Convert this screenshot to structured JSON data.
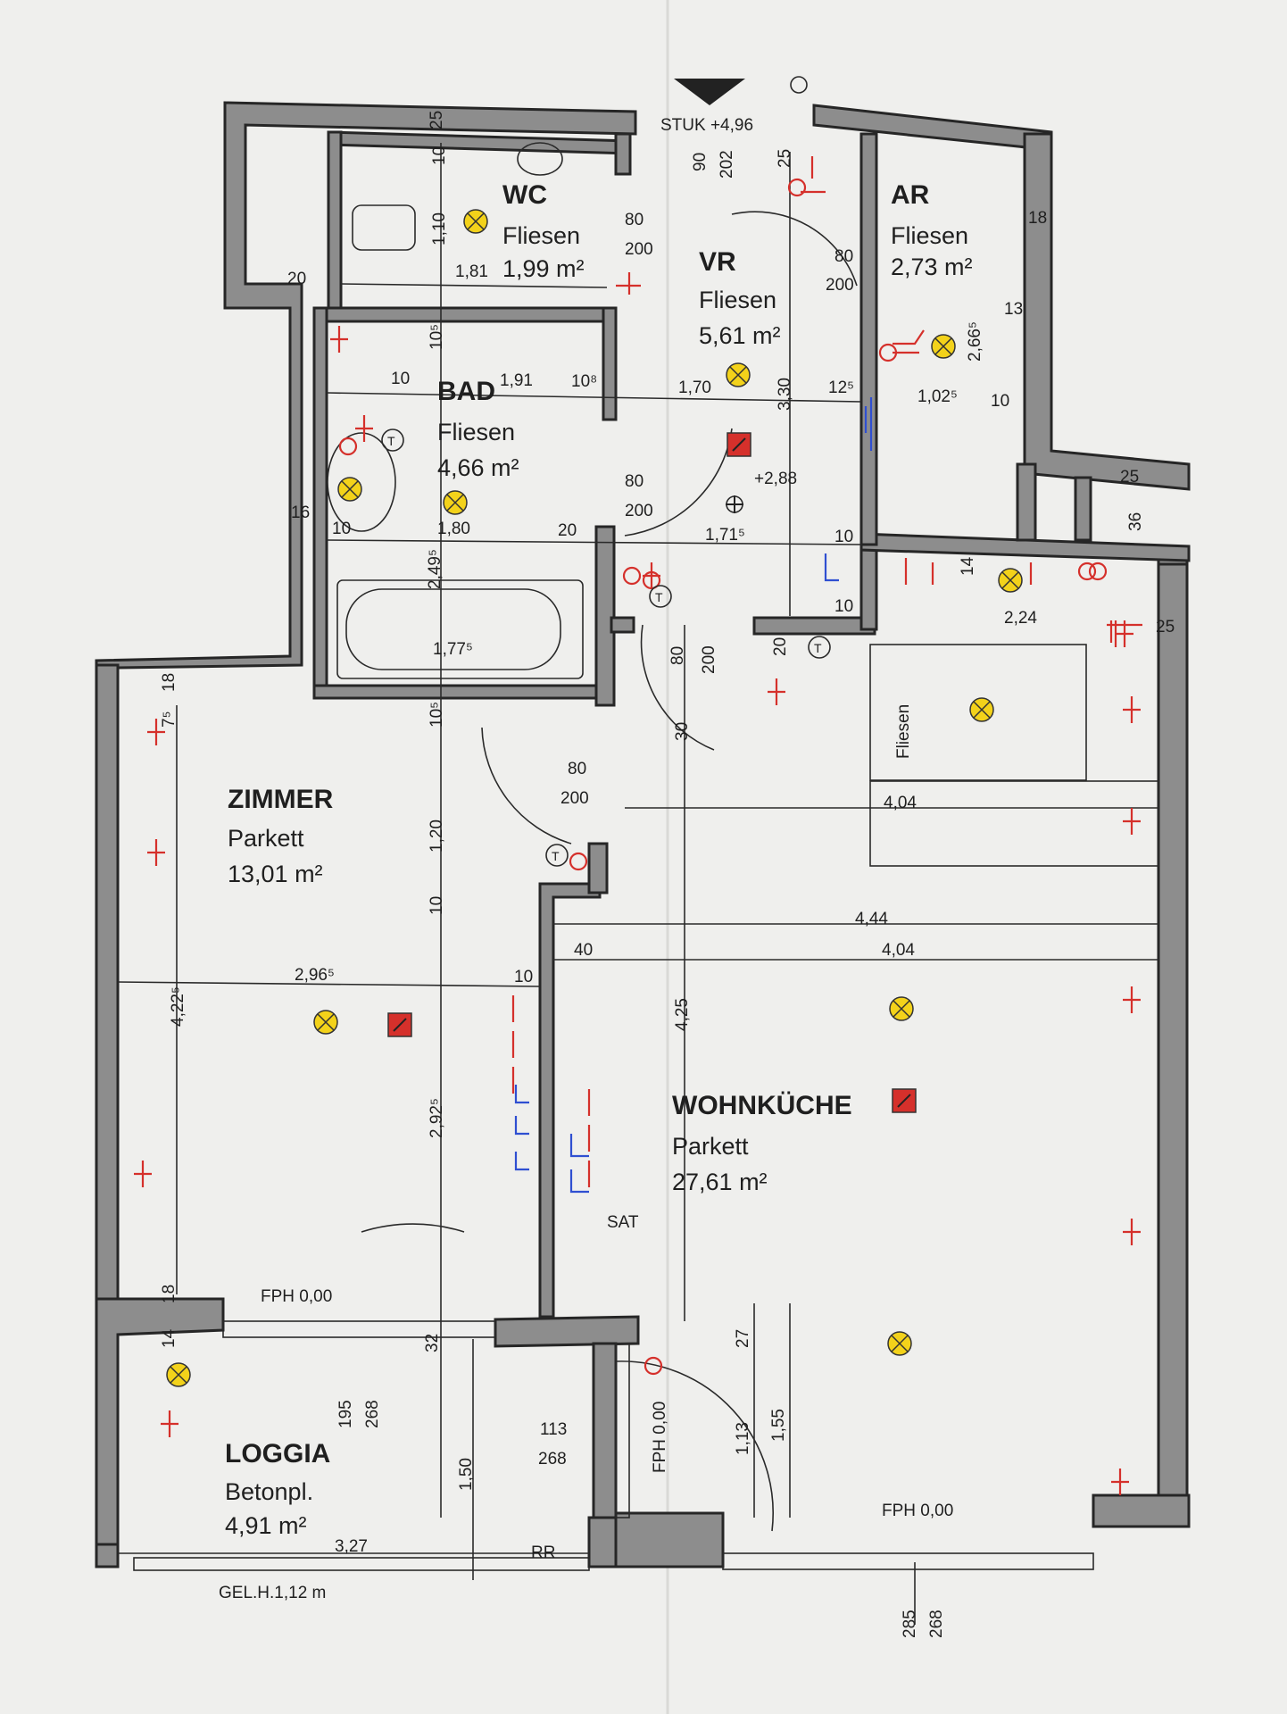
{
  "header": {
    "stuk_label": "STUK +4,96"
  },
  "rooms": {
    "wc": {
      "name": "WC",
      "material": "Fliesen",
      "area": "1,99 m²"
    },
    "vr": {
      "name": "VR",
      "material": "Fliesen",
      "area": "5,61 m²"
    },
    "ar": {
      "name": "AR",
      "material": "Fliesen",
      "area": "2,73 m²"
    },
    "bad": {
      "name": "BAD",
      "material": "Fliesen",
      "area": "4,66 m²"
    },
    "zimmer": {
      "name": "ZIMMER",
      "material": "Parkett",
      "area": "13,01 m²"
    },
    "wohnkuche": {
      "name": "WOHNKÜCHE",
      "material": "Parkett",
      "area": "27,61 m²"
    },
    "loggia": {
      "name": "LOGGIA",
      "material": "Betonpl.",
      "area": "4,91 m²"
    }
  },
  "annotations": {
    "level_vr": "+2,88",
    "fph_zimmer": "FPH 0,00",
    "fph_wk_bottom": "FPH 0,00",
    "fph_wk_side": "FPH 0,00",
    "gel": "GEL.H.1,12 m",
    "sat": "SAT",
    "rr": "RR",
    "kitchen_fliesen": "Fliesen"
  },
  "dimensions": {
    "d_90": "90",
    "d_202": "202",
    "d_25_top": "25",
    "d_25_ar": "25",
    "d_10_wc": "10",
    "d_110": "1,10",
    "d_181": "1,81",
    "d_20_wc": "20",
    "d_80_wc": "80",
    "d_200_wc": "200",
    "d_80_ar": "80",
    "d_200_ar": "200",
    "d_18_ar": "18",
    "d_105_bad": "10⁵",
    "d_10_bad": "10",
    "d_191": "1,91",
    "d_10_bad2": "10⁸",
    "d_170": "1,70",
    "d_330": "3,30",
    "d_125": "12⁵",
    "d_1025": "1,02⁵",
    "d_10_ar": "10",
    "d_2665": "2,66⁵",
    "d_13_ar": "13",
    "d_80_vr": "80",
    "d_200_vr": "200",
    "d_16_bad": "16",
    "d_10_bad3": "10",
    "d_180": "1,80",
    "d_20_bad": "20",
    "d_1715": "1,71⁵",
    "d_10_vr": "10",
    "d_10_vr2": "10",
    "d_2495": "2,49⁵",
    "d_1775": "1,77⁵",
    "d_14": "14",
    "d_224": "2,24",
    "d_25_wk": "25",
    "d_36": "36",
    "d_25_bal": "25",
    "d_80_c": "80",
    "d_200_c": "200",
    "d_30_c": "30",
    "d_20_c": "20",
    "d_80_z": "80",
    "d_200_z": "200",
    "d_105_z": "10⁵",
    "d_120": "1,20",
    "d_404_top": "4,04",
    "d_444": "4,44",
    "d_404": "4,04",
    "d_18_z": "18",
    "d_75": "7⁵",
    "d_10_z": "10",
    "d_2965": "2,96⁵",
    "d_4225": "4,22⁵",
    "d_40": "40",
    "d_10_z2": "10",
    "d_425": "4,25",
    "d_2925": "2,92⁵",
    "d_18_l": "18",
    "d_32": "32",
    "d_14_l": "14",
    "d_195": "195",
    "d_268_l": "268",
    "d_150": "1,50",
    "d_327": "3,27",
    "d_113_a": "113",
    "d_268_b": "268",
    "d_27": "27",
    "d_113_b": "1,13",
    "d_155": "1,55",
    "d_285": "285",
    "d_268_c": "268"
  },
  "colors": {
    "wall": "#8d8d8d",
    "light": "#f3d21a",
    "outlet": "#d5302b",
    "water": "#2f4fd1"
  },
  "symbols": {
    "light": "ceiling-light-icon",
    "box": "distribution-box-icon",
    "socket": "socket-icon",
    "thermostat": "thermostat-icon"
  }
}
